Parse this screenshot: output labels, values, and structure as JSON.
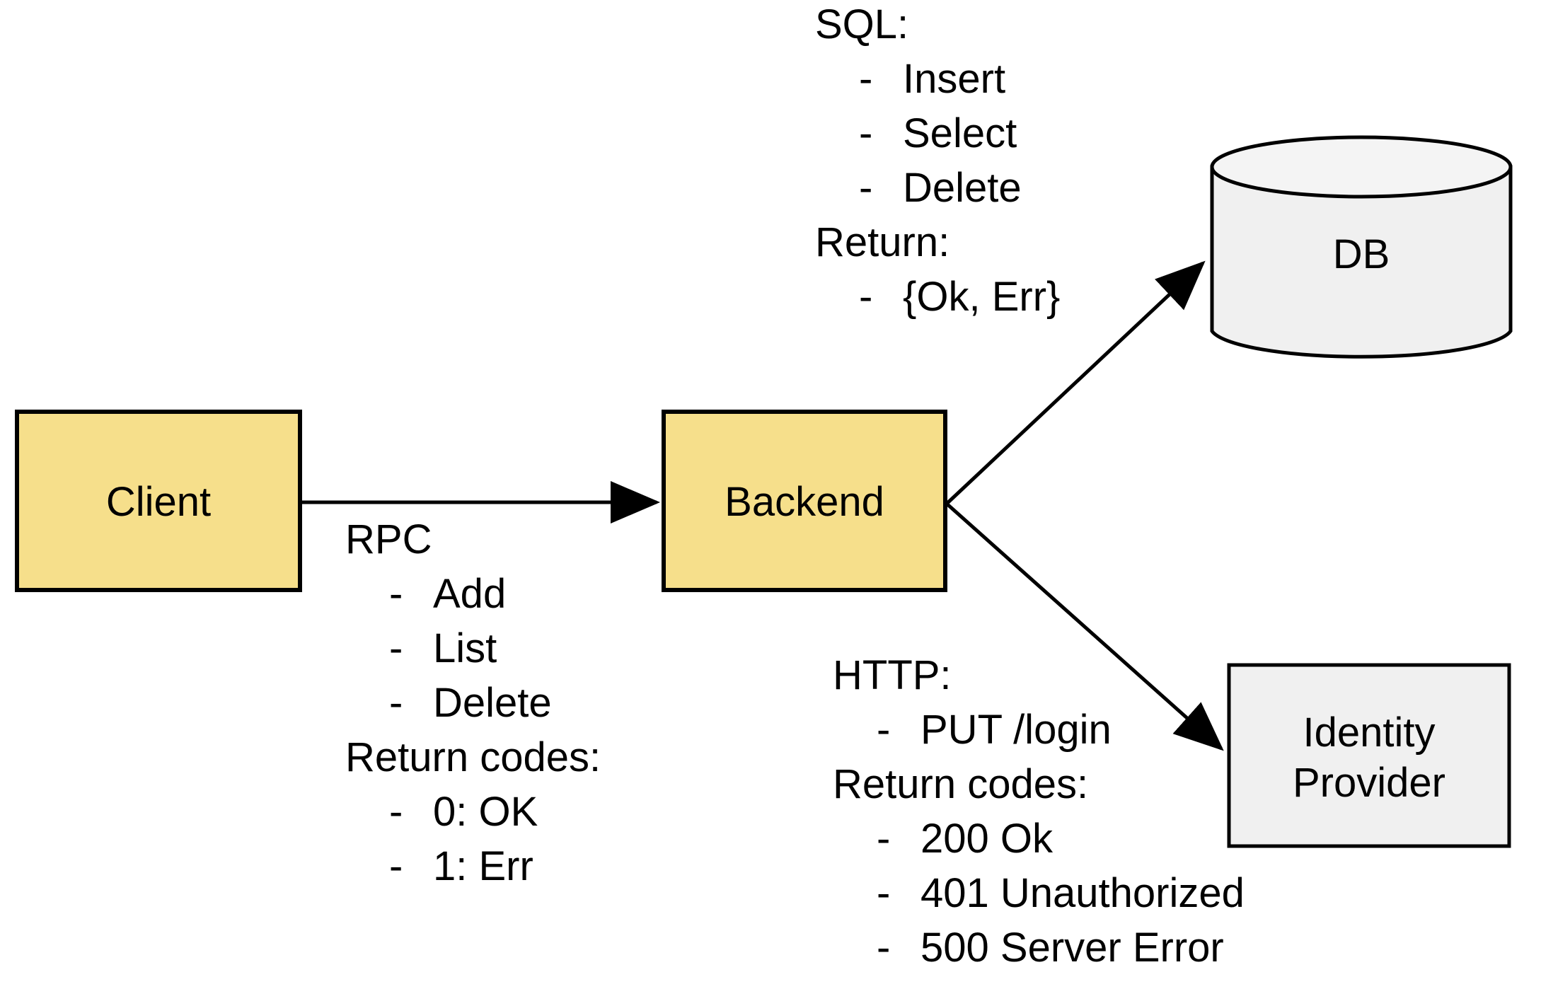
{
  "diagram": {
    "title": "System architecture: Client, Backend, DB, Identity Provider",
    "colors": {
      "node_yellow": "#F6DF8B",
      "node_grey": "#F0F0F0",
      "stroke": "#000000",
      "background": "#FFFFFF"
    },
    "nodes": [
      {
        "id": "client",
        "label": "Client",
        "shape": "rectangle",
        "fill": "#F6DF8B"
      },
      {
        "id": "backend",
        "label": "Backend",
        "shape": "rectangle",
        "fill": "#F6DF8B"
      },
      {
        "id": "db",
        "label": "DB",
        "shape": "cylinder",
        "fill": "#F0F0F0"
      },
      {
        "id": "idp",
        "label": "Identity\nProvider",
        "shape": "rectangle",
        "fill": "#F0F0F0"
      }
    ],
    "edges": [
      {
        "id": "client-backend",
        "from": "Client",
        "to": "Backend",
        "arrow": "single",
        "annotation": "rpc"
      },
      {
        "id": "backend-db",
        "from": "Backend",
        "to": "DB",
        "arrow": "single",
        "annotation": "sql"
      },
      {
        "id": "backend-idp",
        "from": "Backend",
        "to": "Identity Provider",
        "arrow": "single",
        "annotation": "http"
      }
    ],
    "annotations": {
      "rpc": {
        "heading": "RPC",
        "items": [
          "Add",
          "List",
          "Delete"
        ],
        "subheading": "Return codes:",
        "subitems": [
          "0: OK",
          "1: Err"
        ],
        "bullet": "-"
      },
      "sql": {
        "heading": "SQL:",
        "items": [
          "Insert",
          "Select",
          "Delete"
        ],
        "subheading": "Return:",
        "subitems": [
          "{Ok, Err}"
        ],
        "bullet": "-"
      },
      "http": {
        "heading": "HTTP:",
        "items": [
          "PUT /login"
        ],
        "subheading": "Return codes:",
        "subitems": [
          "200 Ok",
          "401 Unauthorized",
          "500 Server Error"
        ],
        "bullet": "-"
      }
    }
  }
}
